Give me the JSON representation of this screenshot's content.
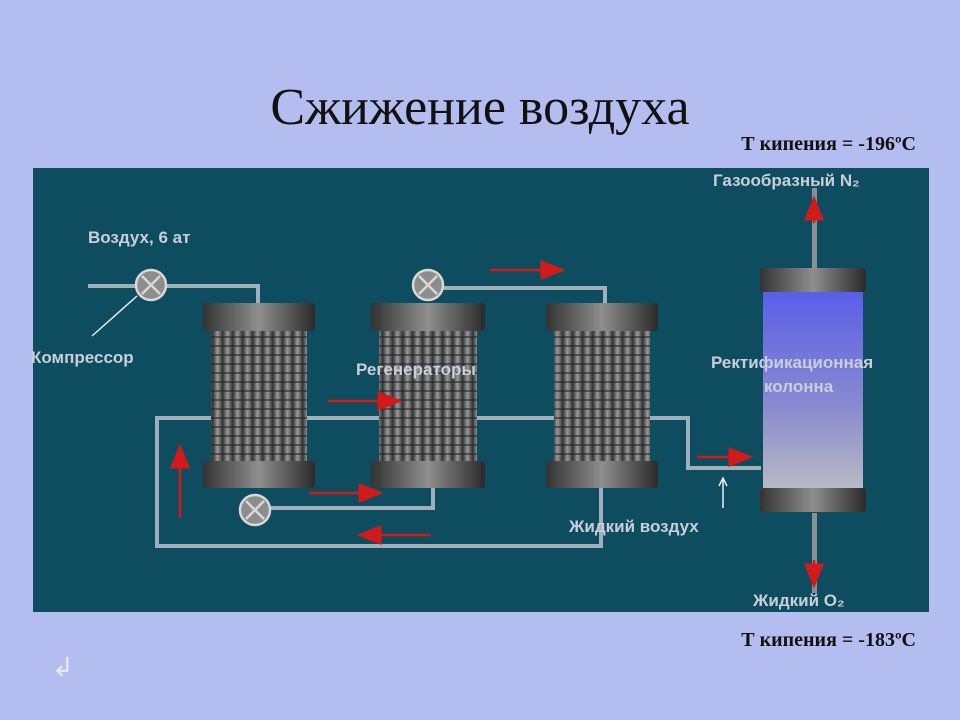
{
  "slide": {
    "title": "Сжижение воздуха",
    "boiling_n2": "Т кипения = -196ºС",
    "boiling_o2": "Т кипения = -183ºС",
    "back_glyph": "↲"
  },
  "diagram": {
    "air_label": "Воздух, 6 ат",
    "compressor_label": "Компрессор",
    "regenerators_label": "Регенераторы",
    "column_label_line1": "Ректификационная",
    "column_label_line2": "колонна",
    "gas_n2_label": "Газообразный N₂",
    "liquid_air_label": "Жидкий воздух",
    "liquid_o2_label": "Жидкий O₂"
  },
  "colors": {
    "background": "#b4bdf0",
    "panel": "#0e4c60",
    "arrow": "#d21a1a",
    "column_fill": "#6a6ee0"
  }
}
